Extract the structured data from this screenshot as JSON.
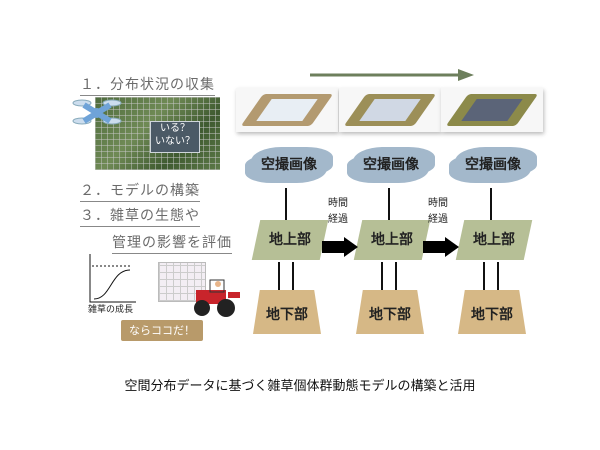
{
  "steps": {
    "s1": "１．分布状況の収集",
    "s2": "２．モデルの構築",
    "s3a": "３．雑草の生態や",
    "s3b": "管理の影響を評価"
  },
  "bubble": {
    "line1": "いる？",
    "line2": "いない？"
  },
  "graph_label": "雑草の成長",
  "callout": "ならココだ！",
  "columns": [
    {
      "cloud": "空撮画像",
      "upper": "地上部",
      "lower": "地下部"
    },
    {
      "cloud": "空撮画像",
      "upper": "地上部",
      "lower": "地下部"
    },
    {
      "cloud": "空撮画像",
      "upper": "地上部",
      "lower": "地下部"
    }
  ],
  "time_labels": [
    {
      "l1": "時間",
      "l2": "経過"
    },
    {
      "l1": "時間",
      "l2": "経過"
    }
  ],
  "caption": "空間分布データに基づく雑草個体群動態モデルの構築と活用",
  "colors": {
    "cloud": "#a3b8cb",
    "upper": "#b6bf96",
    "lower": "#d6b886",
    "callout": "#b89a6a"
  }
}
